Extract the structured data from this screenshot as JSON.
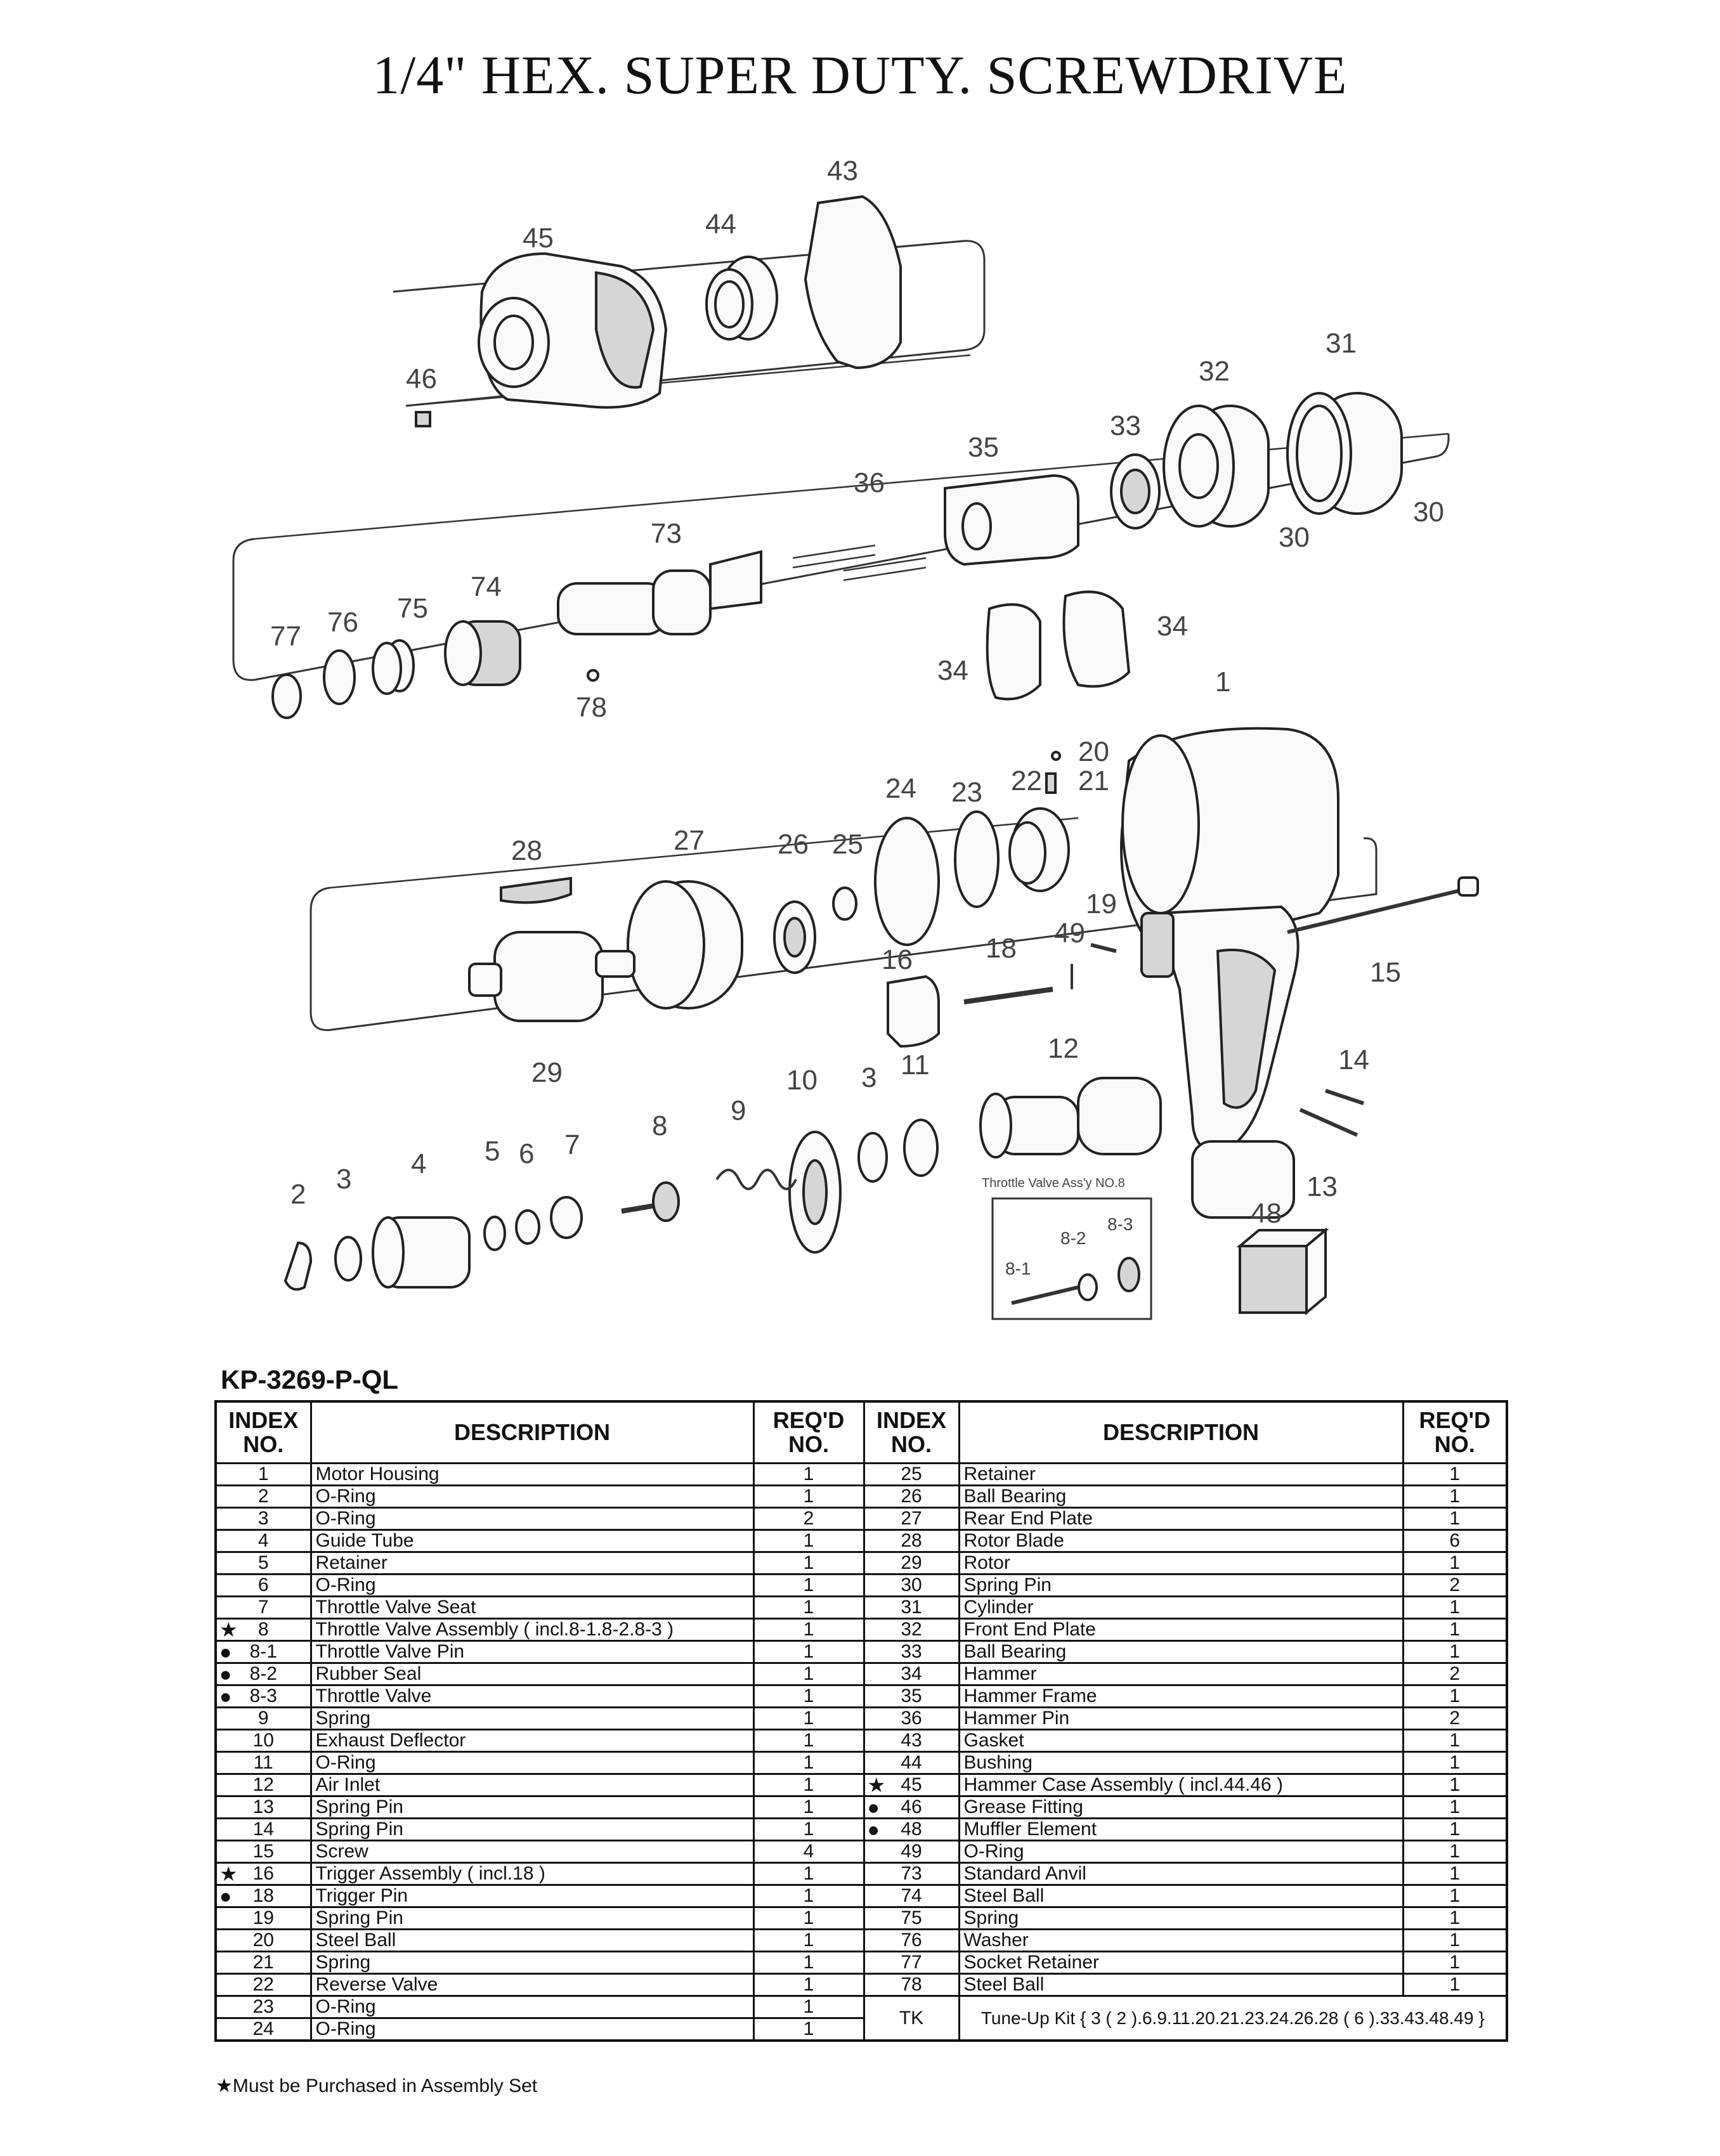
{
  "title": "1/4\" HEX. SUPER DUTY. SCREWDRIVE",
  "diagram": {
    "callouts": [
      "1",
      "2",
      "3",
      "3",
      "4",
      "5",
      "6",
      "7",
      "8",
      "9",
      "10",
      "11",
      "12",
      "13",
      "14",
      "15",
      "16",
      "18",
      "19",
      "20",
      "21",
      "22",
      "23",
      "24",
      "25",
      "26",
      "27",
      "28",
      "29",
      "30",
      "30",
      "31",
      "32",
      "33",
      "34",
      "34",
      "35",
      "36",
      "43",
      "44",
      "45",
      "46",
      "48",
      "49",
      "73",
      "74",
      "75",
      "76",
      "77",
      "78"
    ],
    "inset": {
      "title": "Throttle Valve Ass'y NO.8",
      "labels": [
        "8-1",
        "8-2",
        "8-3"
      ]
    }
  },
  "model": "KP-3269-P-QL",
  "table": {
    "headers": {
      "index": [
        "INDEX",
        "NO."
      ],
      "description": "DESCRIPTION",
      "reqd": [
        "REQ'D",
        "NO."
      ]
    },
    "left_rows": [
      {
        "index": "1",
        "mark": "",
        "description": "Motor Housing",
        "qty": "1"
      },
      {
        "index": "2",
        "mark": "",
        "description": "O-Ring",
        "qty": "1"
      },
      {
        "index": "3",
        "mark": "",
        "description": "O-Ring",
        "qty": "2"
      },
      {
        "index": "4",
        "mark": "",
        "description": "Guide Tube",
        "qty": "1"
      },
      {
        "index": "5",
        "mark": "",
        "description": "Retainer",
        "qty": "1"
      },
      {
        "index": "6",
        "mark": "",
        "description": "O-Ring",
        "qty": "1"
      },
      {
        "index": "7",
        "mark": "",
        "description": "Throttle Valve Seat",
        "qty": "1"
      },
      {
        "index": "8",
        "mark": "★",
        "description": "Throttle Valve Assembly ( incl.8-1.8-2.8-3 )",
        "qty": "1"
      },
      {
        "index": "8-1",
        "mark": "●",
        "description": "Throttle Valve Pin",
        "qty": "1"
      },
      {
        "index": "8-2",
        "mark": "●",
        "description": "Rubber Seal",
        "qty": "1"
      },
      {
        "index": "8-3",
        "mark": "●",
        "description": "Throttle Valve",
        "qty": "1"
      },
      {
        "index": "9",
        "mark": "",
        "description": "Spring",
        "qty": "1"
      },
      {
        "index": "10",
        "mark": "",
        "description": "Exhaust Deflector",
        "qty": "1"
      },
      {
        "index": "11",
        "mark": "",
        "description": "O-Ring",
        "qty": "1"
      },
      {
        "index": "12",
        "mark": "",
        "description": "Air Inlet",
        "qty": "1"
      },
      {
        "index": "13",
        "mark": "",
        "description": "Spring Pin",
        "qty": "1"
      },
      {
        "index": "14",
        "mark": "",
        "description": "Spring Pin",
        "qty": "1"
      },
      {
        "index": "15",
        "mark": "",
        "description": "Screw",
        "qty": "4"
      },
      {
        "index": "16",
        "mark": "★",
        "description": "Trigger Assembly ( incl.18 )",
        "qty": "1"
      },
      {
        "index": "18",
        "mark": "●",
        "description": "Trigger Pin",
        "qty": "1"
      },
      {
        "index": "19",
        "mark": "",
        "description": "Spring Pin",
        "qty": "1"
      },
      {
        "index": "20",
        "mark": "",
        "description": "Steel Ball",
        "qty": "1"
      },
      {
        "index": "21",
        "mark": "",
        "description": "Spring",
        "qty": "1"
      },
      {
        "index": "22",
        "mark": "",
        "description": "Reverse Valve",
        "qty": "1"
      },
      {
        "index": "23",
        "mark": "",
        "description": "O-Ring",
        "qty": "1"
      },
      {
        "index": "24",
        "mark": "",
        "description": "O-Ring",
        "qty": "1"
      }
    ],
    "right_rows": [
      {
        "index": "25",
        "mark": "",
        "description": "Retainer",
        "qty": "1"
      },
      {
        "index": "26",
        "mark": "",
        "description": "Ball Bearing",
        "qty": "1"
      },
      {
        "index": "27",
        "mark": "",
        "description": "Rear End Plate",
        "qty": "1"
      },
      {
        "index": "28",
        "mark": "",
        "description": "Rotor Blade",
        "qty": "6"
      },
      {
        "index": "29",
        "mark": "",
        "description": "Rotor",
        "qty": "1"
      },
      {
        "index": "30",
        "mark": "",
        "description": "Spring Pin",
        "qty": "2"
      },
      {
        "index": "31",
        "mark": "",
        "description": "Cylinder",
        "qty": "1"
      },
      {
        "index": "32",
        "mark": "",
        "description": "Front End Plate",
        "qty": "1"
      },
      {
        "index": "33",
        "mark": "",
        "description": "Ball Bearing",
        "qty": "1"
      },
      {
        "index": "34",
        "mark": "",
        "description": "Hammer",
        "qty": "2"
      },
      {
        "index": "35",
        "mark": "",
        "description": "Hammer Frame",
        "qty": "1"
      },
      {
        "index": "36",
        "mark": "",
        "description": "Hammer Pin",
        "qty": "2"
      },
      {
        "index": "43",
        "mark": "",
        "description": "Gasket",
        "qty": "1"
      },
      {
        "index": "44",
        "mark": "",
        "description": "Bushing",
        "qty": "1"
      },
      {
        "index": "45",
        "mark": "★",
        "description": "Hammer Case Assembly ( incl.44.46 )",
        "qty": "1"
      },
      {
        "index": "46",
        "mark": "●",
        "description": "Grease Fitting",
        "qty": "1"
      },
      {
        "index": "48",
        "mark": "●",
        "description": "Muffler Element",
        "qty": "1"
      },
      {
        "index": "49",
        "mark": "",
        "description": "O-Ring",
        "qty": "1"
      },
      {
        "index": "73",
        "mark": "",
        "description": "Standard Anvil",
        "qty": "1"
      },
      {
        "index": "74",
        "mark": "",
        "description": "Steel Ball",
        "qty": "1"
      },
      {
        "index": "75",
        "mark": "",
        "description": "Spring",
        "qty": "1"
      },
      {
        "index": "76",
        "mark": "",
        "description": "Washer",
        "qty": "1"
      },
      {
        "index": "77",
        "mark": "",
        "description": "Socket Retainer",
        "qty": "1"
      },
      {
        "index": "78",
        "mark": "",
        "description": "Steel Ball",
        "qty": "1"
      }
    ],
    "tk": {
      "index": "TK",
      "description": "Tune-Up Kit { 3 ( 2 ).6.9.11.20.21.23.24.26.28 ( 6 ).33.43.48.49 }"
    }
  },
  "footnote": "Must be Purchased in Assembly Set",
  "footnote_mark": "★"
}
